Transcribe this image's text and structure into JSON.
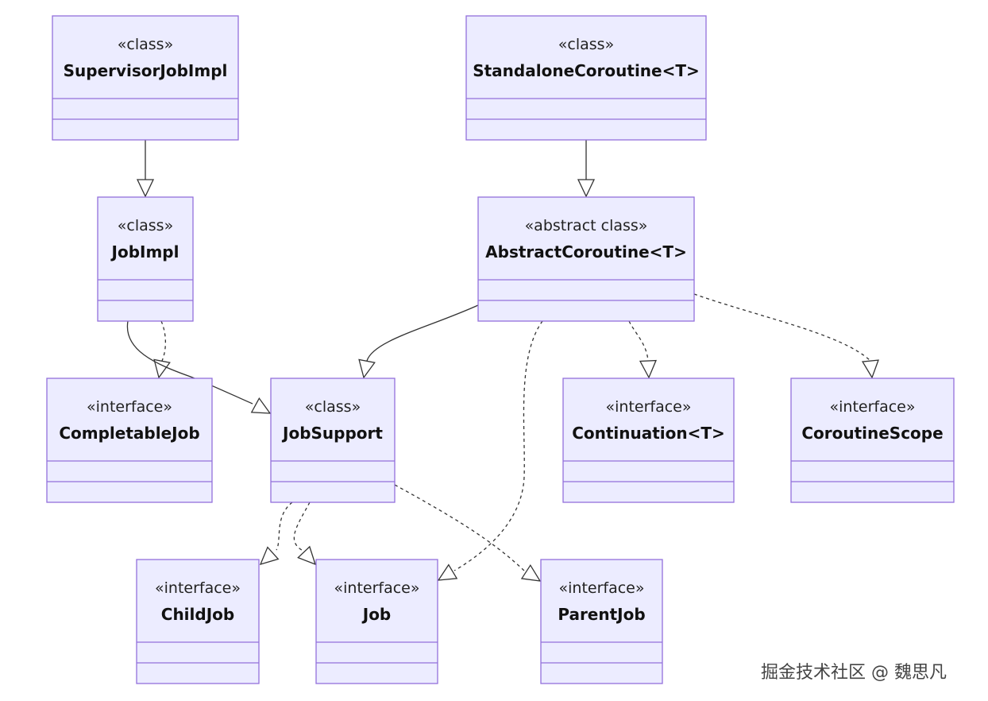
{
  "classes": [
    {
      "id": "SupervisorJobImpl",
      "stereotype": "«class»",
      "name": "SupervisorJobImpl"
    },
    {
      "id": "StandaloneCoroutine",
      "stereotype": "«class»",
      "name": "StandaloneCoroutine<T>"
    },
    {
      "id": "JobImpl",
      "stereotype": "«class»",
      "name": "JobImpl"
    },
    {
      "id": "AbstractCoroutine",
      "stereotype": "«abstract class»",
      "name": "AbstractCoroutine<T>"
    },
    {
      "id": "CompletableJob",
      "stereotype": "«interface»",
      "name": "CompletableJob"
    },
    {
      "id": "JobSupport",
      "stereotype": "«class»",
      "name": "JobSupport"
    },
    {
      "id": "Continuation",
      "stereotype": "«interface»",
      "name": "Continuation<T>"
    },
    {
      "id": "CoroutineScope",
      "stereotype": "«interface»",
      "name": "CoroutineScope"
    },
    {
      "id": "ChildJob",
      "stereotype": "«interface»",
      "name": "ChildJob"
    },
    {
      "id": "Job",
      "stereotype": "«interface»",
      "name": "Job"
    },
    {
      "id": "ParentJob",
      "stereotype": "«interface»",
      "name": "ParentJob"
    }
  ],
  "relations": [
    {
      "from": "SupervisorJobImpl",
      "to": "JobImpl",
      "kind": "inheritance"
    },
    {
      "from": "StandaloneCoroutine",
      "to": "AbstractCoroutine",
      "kind": "inheritance"
    },
    {
      "from": "JobImpl",
      "to": "CompletableJob",
      "kind": "realization"
    },
    {
      "from": "JobImpl",
      "to": "JobSupport",
      "kind": "inheritance"
    },
    {
      "from": "AbstractCoroutine",
      "to": "JobSupport",
      "kind": "inheritance"
    },
    {
      "from": "AbstractCoroutine",
      "to": "Job",
      "kind": "realization"
    },
    {
      "from": "AbstractCoroutine",
      "to": "Continuation",
      "kind": "realization"
    },
    {
      "from": "AbstractCoroutine",
      "to": "CoroutineScope",
      "kind": "realization"
    },
    {
      "from": "JobSupport",
      "to": "ChildJob",
      "kind": "realization"
    },
    {
      "from": "JobSupport",
      "to": "Job",
      "kind": "realization"
    },
    {
      "from": "JobSupport",
      "to": "ParentJob",
      "kind": "realization"
    }
  ],
  "colors": {
    "box_fill": "#ececff",
    "box_border": "#9370db",
    "edge": "#333333"
  },
  "watermark": "掘金技术社区 @ 魏思凡"
}
